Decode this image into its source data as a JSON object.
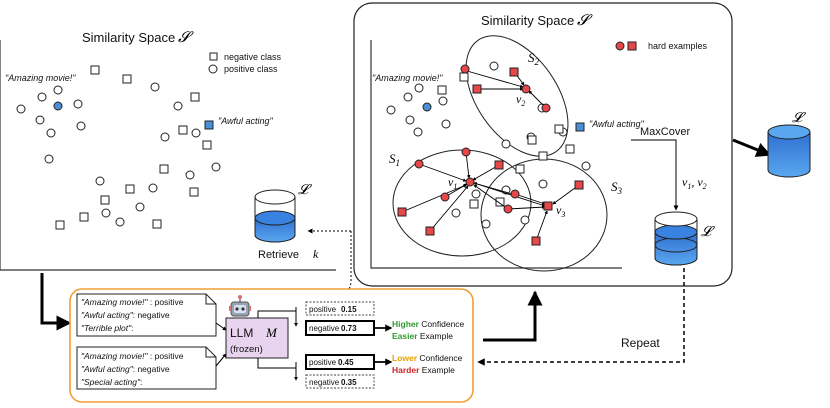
{
  "left_panel": {
    "title": "Similarity Space",
    "title_symbol": "𝓢",
    "legend": {
      "negative": "negative class",
      "positive": "positive class"
    },
    "labels": {
      "amazing": "\"Amazing movie!\"",
      "awful": "\"Awful acting\""
    },
    "store_symbol": "𝓛"
  },
  "right_panel": {
    "title": "Similarity Space",
    "title_symbol": "𝓢",
    "legend_hard": "hard examples",
    "labels": {
      "amazing": "\"Amazing movie!\"",
      "awful": "\"Awful acting\""
    },
    "sets": {
      "s1": "S",
      "s1_sub": "1",
      "s2": "S",
      "s2_sub": "2",
      "s3": "S",
      "s3_sub": "3"
    },
    "nodes": {
      "v1": "v",
      "v1_sub": "1",
      "v2": "v",
      "v2_sub": "2",
      "v3": "v",
      "v3_sub": "3"
    }
  },
  "flow": {
    "retrieve": "Retrieve",
    "retrieve_k": "k",
    "maxcover": "MaxCover",
    "selected": "v",
    "selected_sub1": "1",
    "selected_sep": ", v",
    "selected_sub2": "2",
    "store_symbol_mid": "𝓛",
    "store_symbol_right": "𝓛",
    "repeat": "Repeat"
  },
  "bottom_panel": {
    "prompt1": [
      {
        "quote": "\"Amazing movie!\"",
        "rest": " : positive"
      },
      {
        "quote": "\"Awful acting\"",
        "rest": ": negative"
      },
      {
        "quote": "\"Terrible plot\"",
        "rest": ":"
      }
    ],
    "prompt2": [
      {
        "quote": "\"Amazing movie!\"",
        "rest": " : positive"
      },
      {
        "quote": "\"Awful acting\"",
        "rest": ": negative"
      },
      {
        "quote": "\"Special acting\"",
        "rest": ":"
      }
    ],
    "llm": {
      "name": "LLM",
      "symbol": "M",
      "state": "(frozen)"
    },
    "scores": [
      {
        "label": "positive",
        "value": "0.15",
        "color": "#cc2222"
      },
      {
        "label": "negative",
        "value": "0.73",
        "color": "#2e9a2e"
      },
      {
        "label": "positive",
        "value": "0.45",
        "color": "#e8a000"
      },
      {
        "label": "negative",
        "value": "0.35",
        "color": "#b8860b"
      }
    ],
    "outcome1": {
      "w1": "Higher",
      "w1_color": "#2e9a2e",
      "r1": " Confidence",
      "w2": "Easier",
      "w2_color": "#2e9a2e",
      "r2": " Example"
    },
    "outcome2": {
      "w1": "Lower",
      "w1_color": "#e8a000",
      "r1": " Confidence",
      "w2": "Harder",
      "w2_color": "#cc2222",
      "r2": " Example"
    }
  },
  "colors": {
    "accent_orange": "#f0a030",
    "hard_red": "#e8474a",
    "query_blue": "#4a90d9",
    "llm_purple": "#e8d4ee"
  }
}
